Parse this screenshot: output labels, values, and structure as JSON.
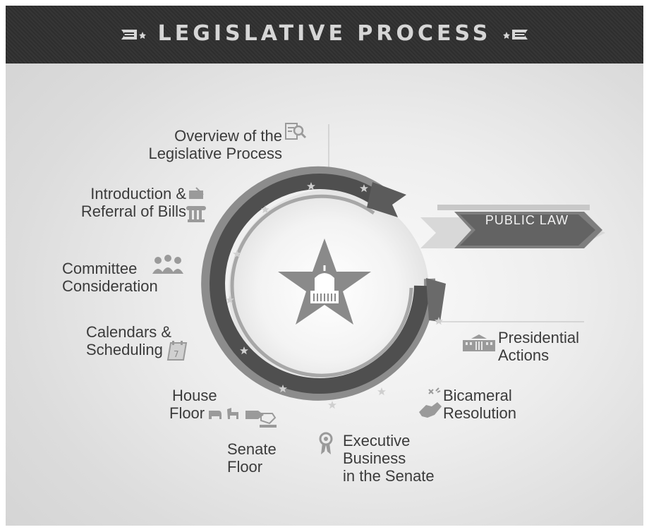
{
  "header": {
    "title": "LEGISLATIVE PROCESS"
  },
  "steps": {
    "overview": [
      "Overview of the",
      "Legislative Process"
    ],
    "introduction": [
      "Introduction &",
      "Referral of Bills"
    ],
    "committee": [
      "Committee",
      "Consideration"
    ],
    "calendars": [
      "Calendars &",
      "Scheduling"
    ],
    "house": [
      "House",
      "Floor"
    ],
    "senate": [
      "Senate",
      "Floor"
    ],
    "executive": [
      "Executive",
      "Business",
      "in the Senate"
    ],
    "bicameral": [
      "Bicameral",
      "Resolution"
    ],
    "presidential": [
      "Presidential",
      "Actions"
    ]
  },
  "outcome": {
    "label": "PUBLIC LAW"
  },
  "icons": {
    "overview": "document-search-icon",
    "introduction": "quill-column-icon",
    "committee": "people-group-icon",
    "calendars": "calendar-icon",
    "house": "elephant-donkey-icon",
    "senate": "ballot-hand-icon",
    "executive": "ribbon-award-icon",
    "bicameral": "handshake-icon",
    "presidential": "white-house-icon",
    "center": "capitol-star-icon"
  },
  "colors": {
    "banner": "#2f2f2f",
    "ring_dark": "#4f4f4f",
    "ring_light": "#8c8c8c",
    "text": "#3b3b3b"
  }
}
